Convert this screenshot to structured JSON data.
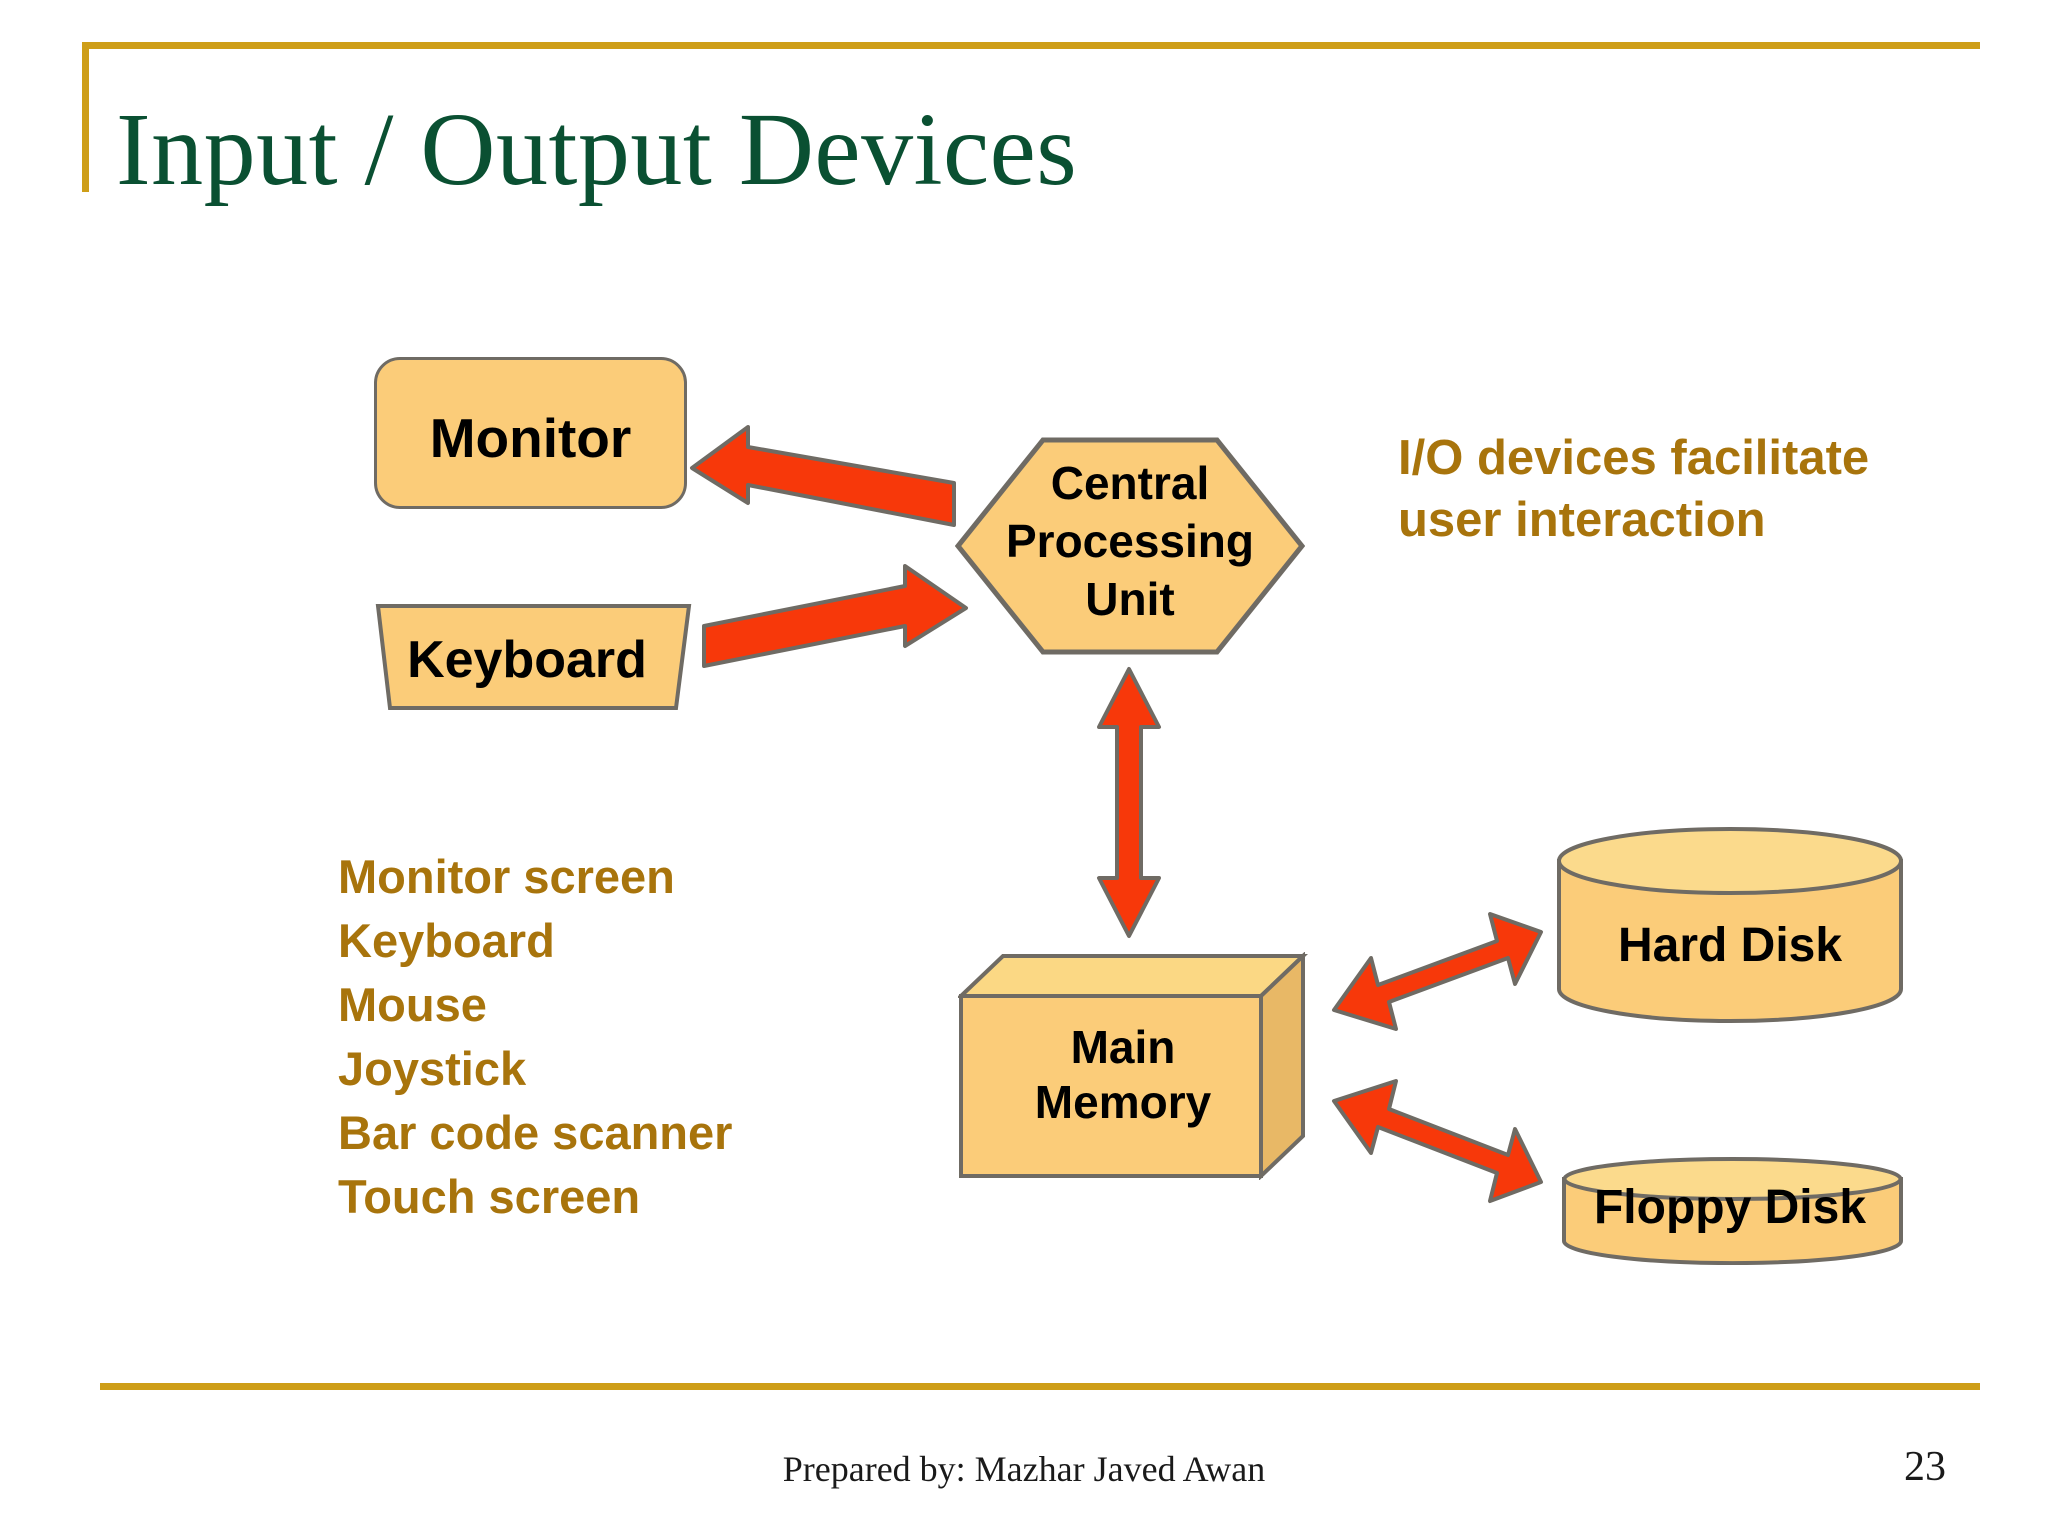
{
  "slide": {
    "title": "Input / Output Devices",
    "page_number": "23",
    "credit": "Prepared by: Mazhar Javed Awan",
    "background_color": "#FFFFFF",
    "title_color": "#0A5032",
    "rule_color": "#CE9E18",
    "accent_text_color": "#A8740C",
    "shape_fill": "#FBCC79",
    "shape_outline": "#6F6B64",
    "arrow_fill": "#F7380A",
    "arrow_outline": "#6F6B64"
  },
  "note": {
    "line1": "I/O devices facilitate",
    "line2": "user interaction"
  },
  "device_list": {
    "items": [
      "Monitor screen",
      "Keyboard",
      "Mouse",
      "Joystick",
      "Bar code scanner",
      "Touch screen"
    ]
  },
  "diagram": {
    "monitor": {
      "label": "Monitor",
      "shape": "rounded-rectangle"
    },
    "keyboard": {
      "label": "Keyboard",
      "shape": "trapezoid"
    },
    "cpu": {
      "label": "Central Processing Unit",
      "line1": "Central",
      "line2": "Processing",
      "line3": "Unit",
      "shape": "hexagon"
    },
    "memory": {
      "label": "Main Memory",
      "line1": "Main",
      "line2": "Memory",
      "shape": "3d-box"
    },
    "hard_disk": {
      "label": "Hard Disk",
      "shape": "cylinder"
    },
    "floppy_disk": {
      "label": "Floppy Disk",
      "shape": "flat-cylinder"
    },
    "connections": [
      {
        "name": "cpu-to-monitor",
        "from": "Central Processing Unit",
        "to": "Monitor",
        "direction": "one-way"
      },
      {
        "name": "keyboard-to-cpu",
        "from": "Keyboard",
        "to": "Central Processing Unit",
        "direction": "one-way"
      },
      {
        "name": "cpu-to-memory",
        "from": "Central Processing Unit",
        "to": "Main Memory",
        "direction": "two-way"
      },
      {
        "name": "memory-to-hard-disk",
        "from": "Main Memory",
        "to": "Hard Disk",
        "direction": "two-way"
      },
      {
        "name": "memory-to-floppy-disk",
        "from": "Main Memory",
        "to": "Floppy Disk",
        "direction": "two-way"
      }
    ]
  }
}
